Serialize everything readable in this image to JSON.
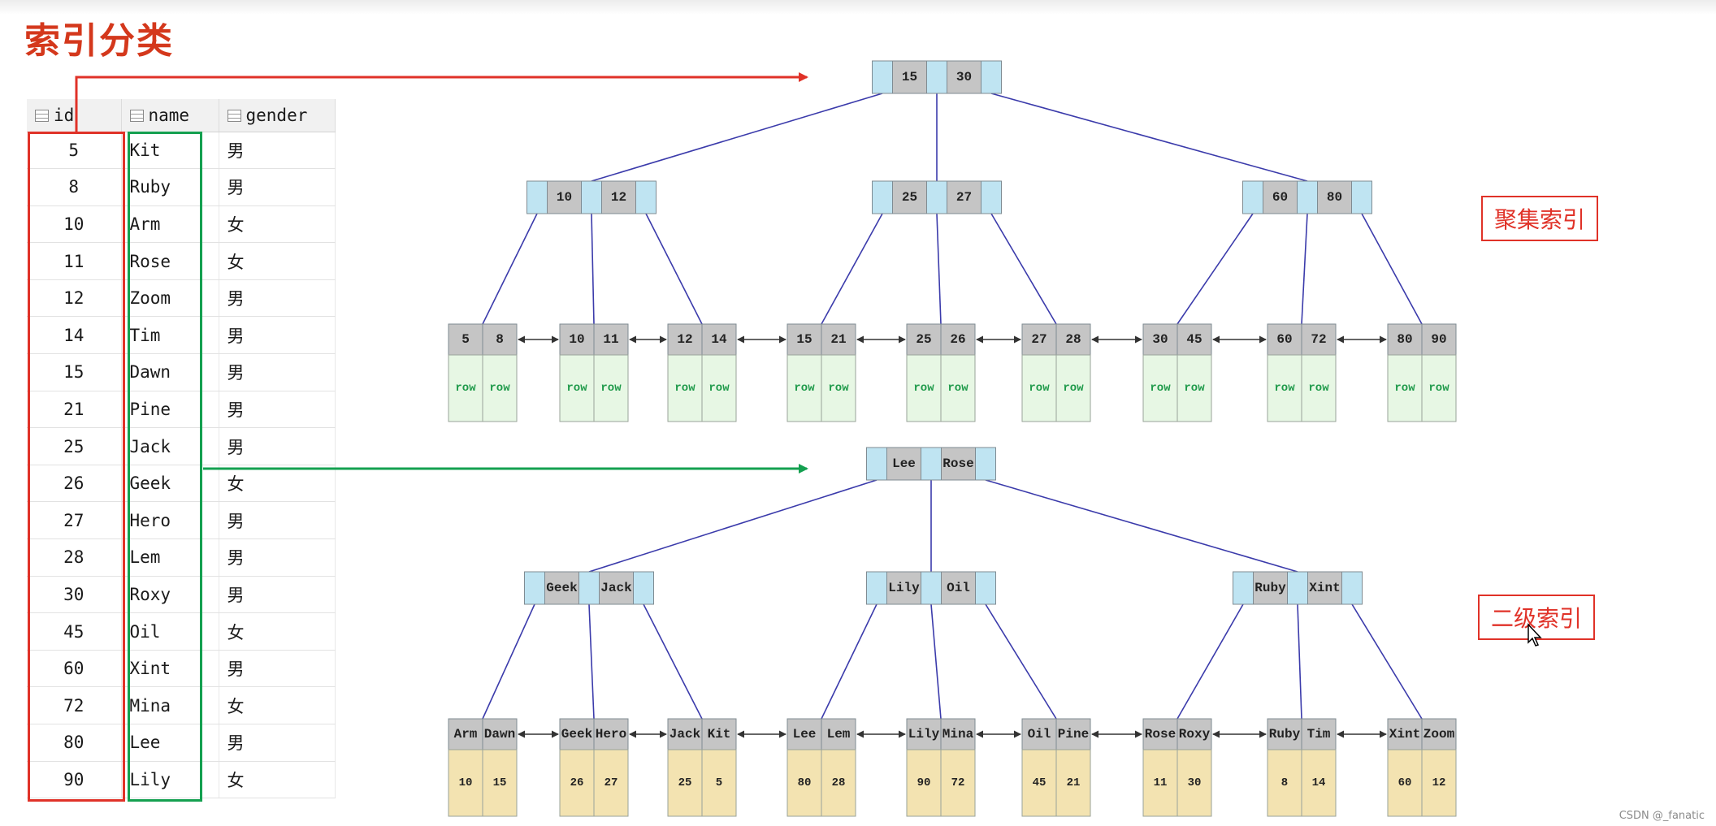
{
  "title": "索引分类",
  "table": {
    "columns": [
      "id",
      "name",
      "gender"
    ],
    "rows": [
      [
        "5",
        "Kit",
        "男"
      ],
      [
        "8",
        "Ruby",
        "男"
      ],
      [
        "10",
        "Arm",
        "女"
      ],
      [
        "11",
        "Rose",
        "女"
      ],
      [
        "12",
        "Zoom",
        "男"
      ],
      [
        "14",
        "Tim",
        "男"
      ],
      [
        "15",
        "Dawn",
        "男"
      ],
      [
        "21",
        "Pine",
        "男"
      ],
      [
        "25",
        "Jack",
        "男"
      ],
      [
        "26",
        "Geek",
        "女"
      ],
      [
        "27",
        "Hero",
        "男"
      ],
      [
        "28",
        "Lem",
        "男"
      ],
      [
        "30",
        "Roxy",
        "男"
      ],
      [
        "45",
        "Oil",
        "女"
      ],
      [
        "60",
        "Xint",
        "男"
      ],
      [
        "72",
        "Mina",
        "女"
      ],
      [
        "80",
        "Lee",
        "男"
      ],
      [
        "90",
        "Lily",
        "女"
      ]
    ]
  },
  "clustered": {
    "label": "聚集索引",
    "root": [
      "15",
      "30"
    ],
    "internal": [
      [
        "10",
        "12"
      ],
      [
        "25",
        "27"
      ],
      [
        "60",
        "80"
      ]
    ],
    "leaves": [
      {
        "keys": [
          "5",
          "8"
        ],
        "data": [
          "row",
          "row"
        ]
      },
      {
        "keys": [
          "10",
          "11"
        ],
        "data": [
          "row",
          "row"
        ]
      },
      {
        "keys": [
          "12",
          "14"
        ],
        "data": [
          "row",
          "row"
        ]
      },
      {
        "keys": [
          "15",
          "21"
        ],
        "data": [
          "row",
          "row"
        ]
      },
      {
        "keys": [
          "25",
          "26"
        ],
        "data": [
          "row",
          "row"
        ]
      },
      {
        "keys": [
          "27",
          "28"
        ],
        "data": [
          "row",
          "row"
        ]
      },
      {
        "keys": [
          "30",
          "45"
        ],
        "data": [
          "row",
          "row"
        ]
      },
      {
        "keys": [
          "60",
          "72"
        ],
        "data": [
          "row",
          "row"
        ]
      },
      {
        "keys": [
          "80",
          "90"
        ],
        "data": [
          "row",
          "row"
        ]
      }
    ]
  },
  "secondary": {
    "label": "二级索引",
    "root": [
      "Lee",
      "Rose"
    ],
    "internal": [
      [
        "Geek",
        "Jack"
      ],
      [
        "Lily",
        "Oil"
      ],
      [
        "Ruby",
        "Xint"
      ]
    ],
    "leaves": [
      {
        "keys": [
          "Arm",
          "Dawn"
        ],
        "data": [
          "10",
          "15"
        ]
      },
      {
        "keys": [
          "Geek",
          "Hero"
        ],
        "data": [
          "26",
          "27"
        ]
      },
      {
        "keys": [
          "Jack",
          "Kit"
        ],
        "data": [
          "25",
          "5"
        ]
      },
      {
        "keys": [
          "Lee",
          "Lem"
        ],
        "data": [
          "80",
          "28"
        ]
      },
      {
        "keys": [
          "Lily",
          "Mina"
        ],
        "data": [
          "90",
          "72"
        ]
      },
      {
        "keys": [
          "Oil",
          "Pine"
        ],
        "data": [
          "45",
          "21"
        ]
      },
      {
        "keys": [
          "Rose",
          "Roxy"
        ],
        "data": [
          "11",
          "30"
        ]
      },
      {
        "keys": [
          "Ruby",
          "Tim"
        ],
        "data": [
          "8",
          "14"
        ]
      },
      {
        "keys": [
          "Xint",
          "Zoom"
        ],
        "data": [
          "60",
          "12"
        ]
      }
    ]
  },
  "watermark": "CSDN @_fanatic",
  "colors": {
    "title": "#d4381c",
    "red_highlight": "#e03228",
    "green_highlight": "#14a050",
    "pointer": "#bfe4f2",
    "key": "#c5c5c5",
    "row_cell": "#e7f7e4",
    "row_text": "#1f9a4a",
    "pk_cell": "#f3e3b1",
    "edge": "#3b3bab"
  }
}
